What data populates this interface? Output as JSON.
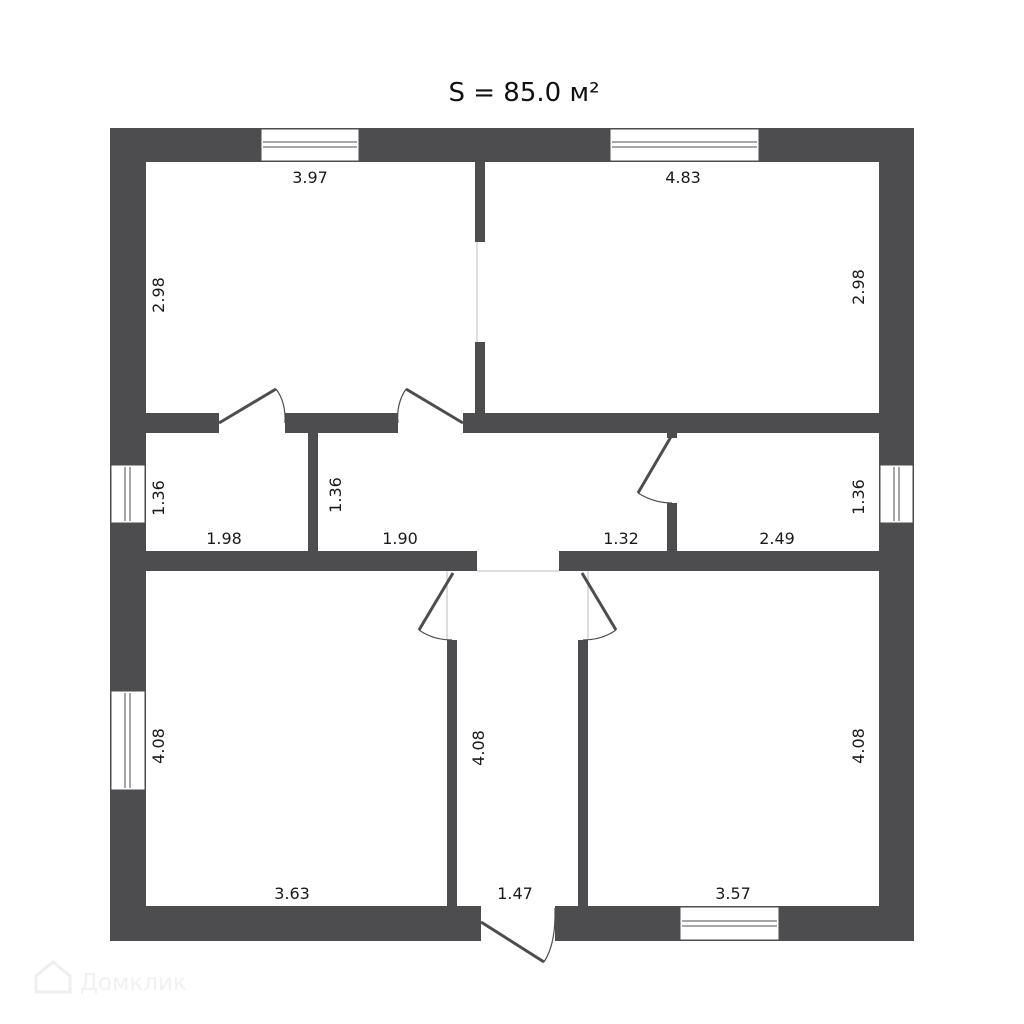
{
  "title": "S = 85.0 м²",
  "watermark": {
    "text": "Домклик",
    "icon": "house-logo-icon"
  },
  "colors": {
    "wall": "#4d4d4f",
    "background": "#ffffff"
  },
  "rooms": [
    {
      "id": "room-top-left",
      "width": "3.97",
      "height": "2.98"
    },
    {
      "id": "room-top-right",
      "width": "4.83",
      "height": "2.98"
    },
    {
      "id": "room-mid-left",
      "width": "1.98",
      "height": "1.36"
    },
    {
      "id": "hall-mid",
      "width": "1.90",
      "width2": "1.32",
      "height": "1.36"
    },
    {
      "id": "room-mid-right",
      "width": "2.49",
      "height": "1.36"
    },
    {
      "id": "room-bottom-left",
      "width": "3.63",
      "height": "4.08"
    },
    {
      "id": "corridor-bottom",
      "width": "1.47",
      "height": "4.08"
    },
    {
      "id": "room-bottom-right",
      "width": "3.57",
      "height": "4.08"
    }
  ]
}
